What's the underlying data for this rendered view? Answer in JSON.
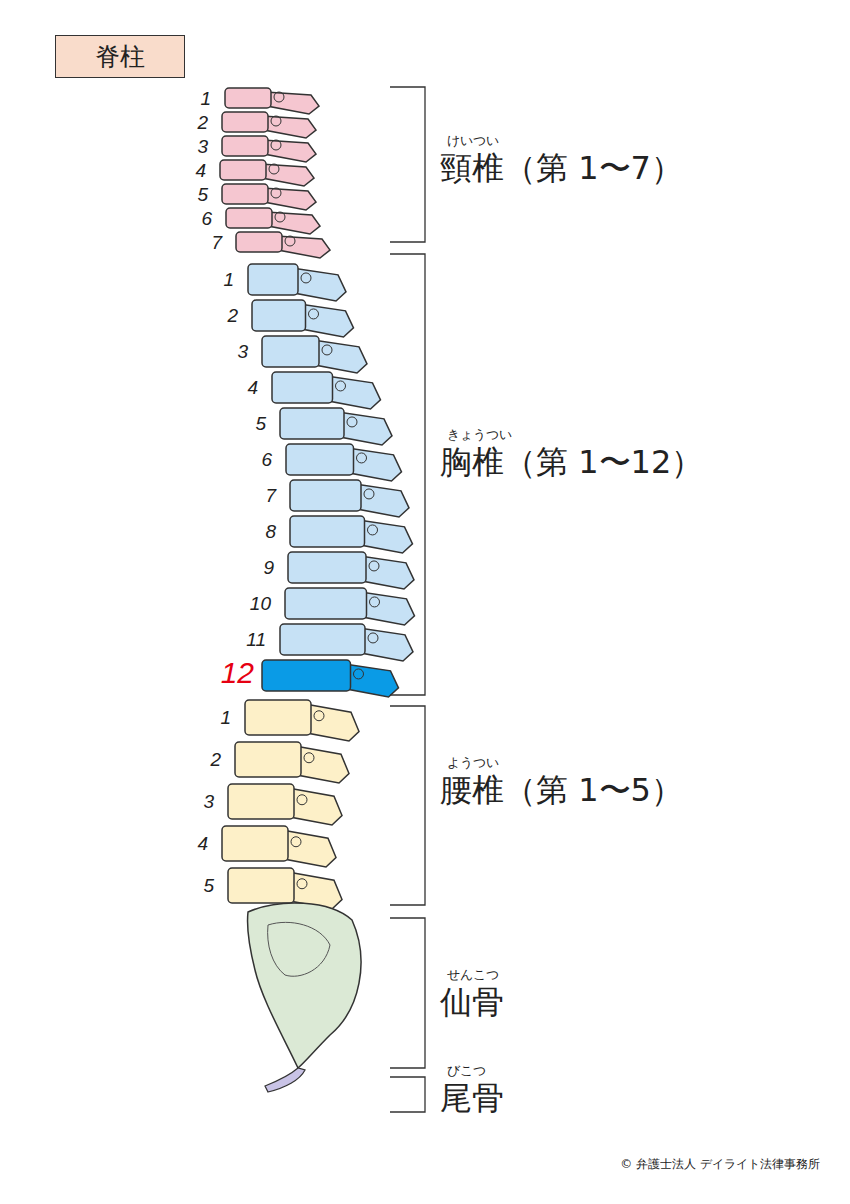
{
  "diagram": {
    "title": "脊柱",
    "labels": [
      "1",
      "2",
      "3",
      "4",
      "5",
      "6",
      "7",
      "1",
      "2",
      "3",
      "4",
      "5",
      "6",
      "7",
      "8",
      "9",
      "10",
      "11",
      "12",
      "1",
      "2",
      "3",
      "4",
      "5",
      "けいつい",
      "頸椎（第 1〜7）",
      "きょうつい",
      "胸椎（第 1〜12）",
      "ようつい",
      "腰椎（第 1〜5）",
      "せんこつ",
      "仙骨",
      "びこつ",
      "尾骨",
      "© 弁護士法人 デイライト法律事務所"
    ]
  }
}
